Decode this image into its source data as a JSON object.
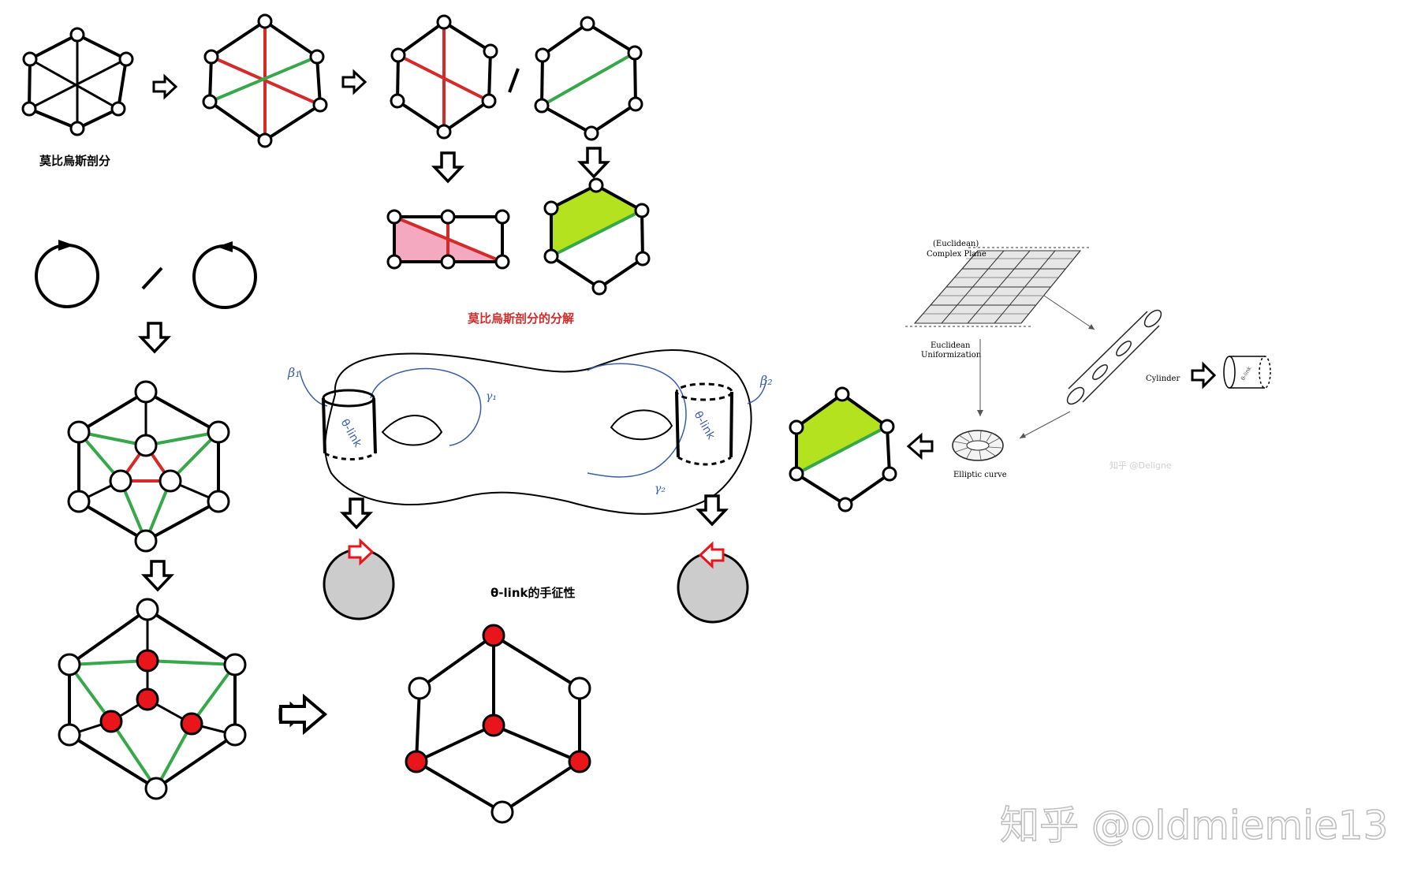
{
  "labels": {
    "mobius_triangulation": "莫比烏斯剖分",
    "mobius_decomposition": "莫比烏斯剖分的分解",
    "theta_link_chirality": "θ-link的手征性",
    "theta_link_on_cylinder": "θ-link",
    "separator": "/"
  },
  "torus_labels": {
    "beta1": "β₁",
    "beta2": "β₂",
    "gamma1": "γ₁",
    "gamma2": "γ₂"
  },
  "uniformization": {
    "plane_label_1": "(Euclidean)",
    "plane_label_2": "Complex Plane",
    "uniformization_1": "Euclidean",
    "uniformization_2": "Uniformization",
    "cylinder": "Cylinder",
    "elliptic": "Elliptic curve",
    "inner_watermark": "知乎 @Deligne"
  },
  "watermark": "知乎 @oldmiemie13",
  "colors": {
    "red": "#d42a2a",
    "green": "#36a84a",
    "pink_fill": "#f5a9c1",
    "lime_fill": "#b4e21e",
    "grey_fill": "#cccccc",
    "blue_curve": "#3a5da8",
    "node_red": "#e8151b"
  }
}
